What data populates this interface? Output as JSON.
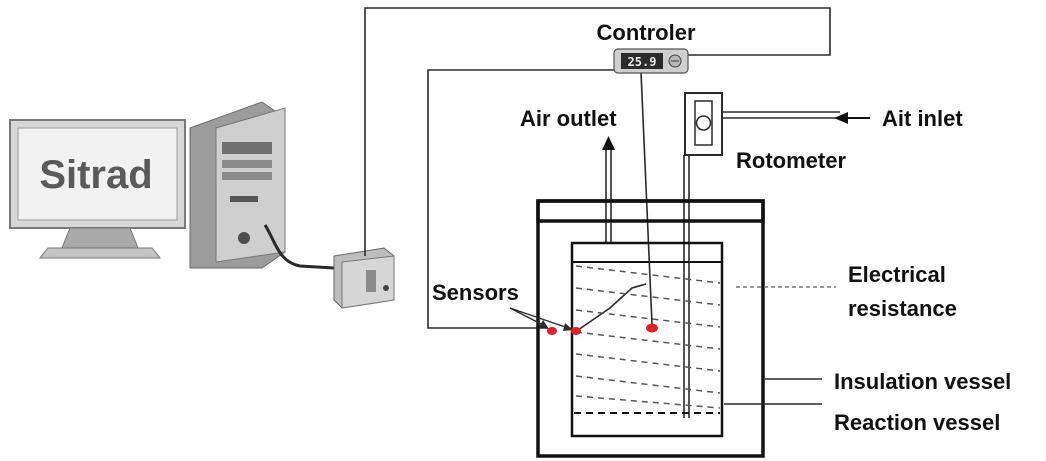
{
  "labels": {
    "controller": "Controler",
    "air_outlet": "Air outlet",
    "air_inlet": "Ait inlet",
    "rotometer": "Rotometer",
    "sensors": "Sensors",
    "electrical_resistance_line1": "Electrical",
    "electrical_resistance_line2": "resistance",
    "insulation_vessel": "Insulation vessel",
    "reaction_vessel": "Reaction vessel"
  },
  "computer": {
    "screen_brand": "Sitrad"
  },
  "controller_display": {
    "reading": "25.9"
  },
  "colors": {
    "sensor": "#e0202a",
    "line": "#2a2a2a",
    "dashed": "#555555"
  }
}
